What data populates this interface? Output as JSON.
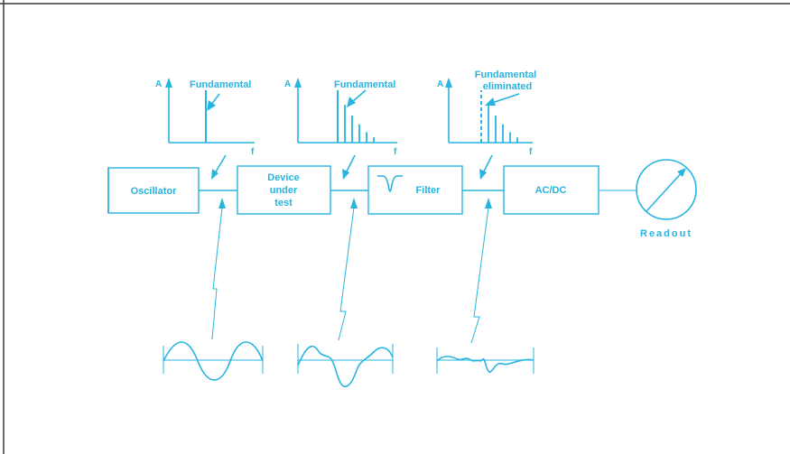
{
  "accent": "#27b4e0",
  "frame_color": "#3a3a3a",
  "blocks": {
    "oscillator": "Oscillator",
    "dut": [
      "Device",
      "under",
      "test"
    ],
    "filter": "Filter",
    "acdc": "AC/DC",
    "readout": "Readout"
  },
  "spectra": {
    "axis_y": "A",
    "axis_x": "f",
    "annotation_1": "Fundamental",
    "annotation_2": "Fundamental",
    "annotation_3": [
      "Fundamental",
      "eliminated"
    ]
  },
  "spectrum_bars": {
    "oscillator_output": [
      1.0
    ],
    "dut_output": [
      1.0,
      0.72,
      0.52,
      0.35,
      0.2,
      0.1
    ],
    "filter_output": [
      1.0,
      0.72,
      0.52,
      0.35,
      0.2,
      0.1
    ],
    "filter_output_fundamental_style": "dashed"
  },
  "icons": {
    "filter_symbol": "notch-filter-icon",
    "meter": "meter-needle-icon",
    "probe": "lightning-probe-icon"
  }
}
